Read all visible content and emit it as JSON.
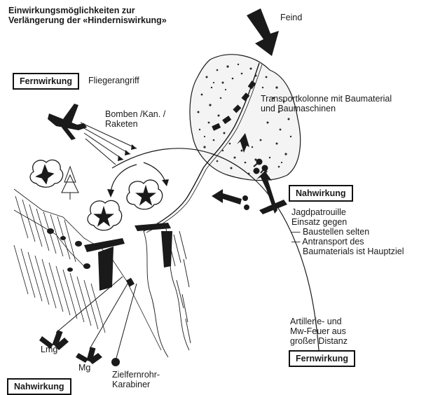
{
  "title": {
    "line1": "Einwirkungsmöglichkeiten zur",
    "line2": "Verlängerung der «Hinderniswirkung»"
  },
  "labels": {
    "feind": "Feind",
    "fernwirkung_top": "Fernwirkung",
    "fliegerangriff": "Fliegerangriff",
    "bomben_line1": "Bomben /Kan. /",
    "bomben_line2": "Raketen",
    "transport_line1": "Transportkolonne mit Baumaterial",
    "transport_line2": "und Baumaschinen",
    "nahwirkung_right": "Nahwirkung",
    "jagd_line1": "Jagdpatrouille",
    "jagd_line2": "Einsatz gegen",
    "jagd_line3": "— Baustellen selten",
    "jagd_line4": "— Antransport des",
    "jagd_line5": "Baumaterials  ist Hauptziel",
    "artillerie_line1": "Artillerie- und",
    "artillerie_line2": "Mw-Feuer aus",
    "artillerie_line3": "großer Distanz",
    "fernwirkung_bottom": "Fernwirkung",
    "lmg": "Lmg",
    "mg": "Mg",
    "ziel_line1": "Zielfernrohr-",
    "ziel_line2": "Karabiner",
    "nahwirkung_bottom": "Nahwirkung"
  },
  "colors": {
    "ink": "#1a1a1a",
    "paper": "#ffffff",
    "forest_dots": "#2a2a2a"
  }
}
